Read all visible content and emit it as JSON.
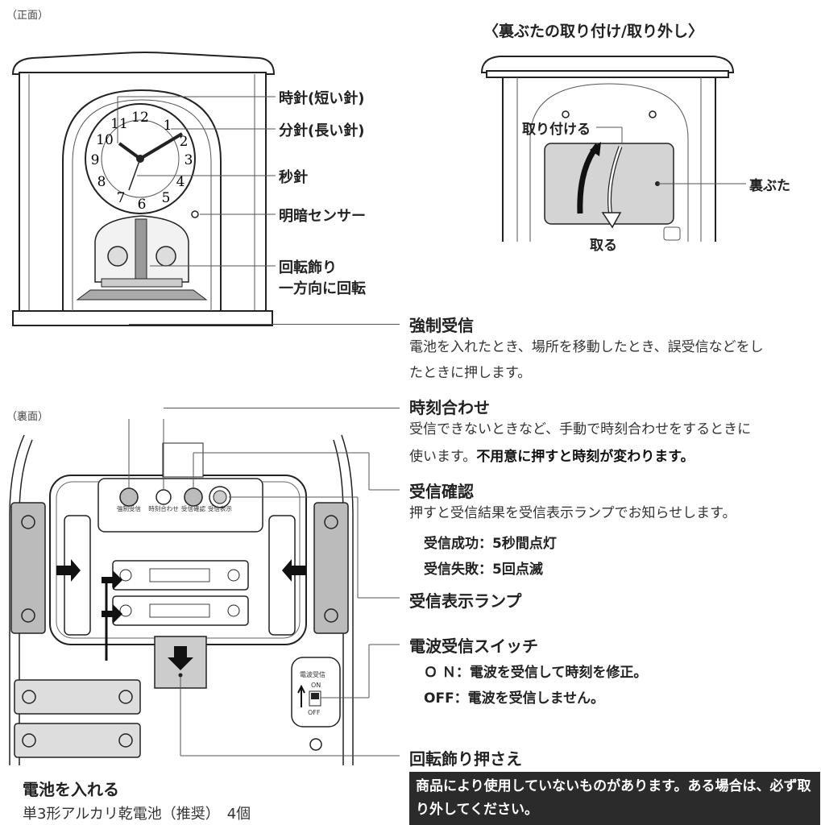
{
  "front": {
    "view_label": "（正面）",
    "hour_hand": "時針(短い針)",
    "minute_hand": "分針(長い針)",
    "second_hand": "秒針",
    "light_sensor": "明暗センサー",
    "ornament_line1": "回転飾り",
    "ornament_line2": "一方向に回転",
    "dial_numbers": [
      "12",
      "1",
      "2",
      "3",
      "4",
      "5",
      "6",
      "7",
      "8",
      "9",
      "10",
      "11"
    ]
  },
  "back_cover": {
    "heading": "〈裏ぶたの取り付け/取り外し〉",
    "attach": "取り付ける",
    "remove": "取る",
    "cover": "裏ぶた"
  },
  "back": {
    "view_label": "（裏面）",
    "buttons": [
      "強制受信",
      "時刻合わせ",
      "受信確認",
      "受信表示"
    ],
    "switch_title": "電波受信",
    "switch_on": "ON",
    "switch_off": "OFF"
  },
  "descriptions": {
    "force_title": "強制受信",
    "force_desc_1": "電池を入れたとき、場所を移動したとき、誤受信などをし",
    "force_desc_2": "たときに押します。",
    "time_title": "時刻合わせ",
    "time_desc_1": "受信できないときなど、手動で時刻合わせをするときに",
    "time_desc_2a": "使います。",
    "time_desc_2b": "不用意に押すと時刻が変わります。",
    "check_title": "受信確認",
    "check_desc": "押すと受信結果を受信表示ランプでお知らせします。",
    "check_success": "受信成功：5秒間点灯",
    "check_fail": "受信失敗：5回点滅",
    "lamp_title": "受信表示ランプ",
    "switch_title": "電波受信スイッチ",
    "switch_on": "Ｏ Ｎ：電波を受信して時刻を修正。",
    "switch_off": "OFF：電波を受信しません。",
    "holder_title": "回転飾り押さえ",
    "notice": "商品により使用していないものがあります。ある場合は、必ず取り外してください。"
  },
  "battery": {
    "title": "電池を入れる",
    "desc": "単3形アルカリ乾電池（推奨）　4個"
  }
}
